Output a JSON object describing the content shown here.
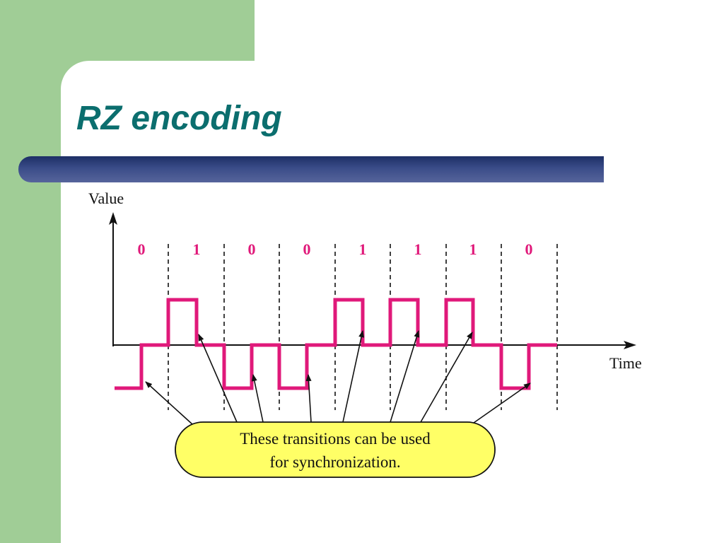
{
  "slide": {
    "title": "RZ encoding"
  },
  "diagram": {
    "y_axis_label": "Value",
    "x_axis_label": "Time",
    "bits": [
      "0",
      "1",
      "0",
      "0",
      "1",
      "1",
      "1",
      "0"
    ],
    "callout": {
      "line1": "These transitions can be used",
      "line2": "for synchronization."
    }
  },
  "colors": {
    "title": "#0b6e6e",
    "signal": "#e0197a",
    "bit_labels": "#e0197a",
    "callout_fill": "#ffff66",
    "background_green": "#a0cd96",
    "bar": "#2b3d7a"
  }
}
